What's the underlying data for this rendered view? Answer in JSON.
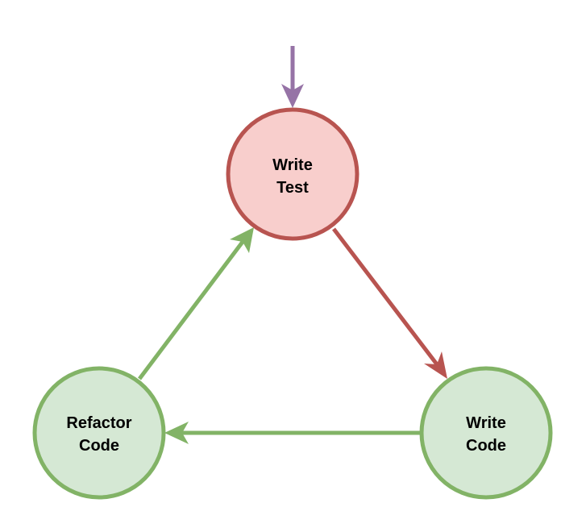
{
  "diagram": {
    "type": "cycle",
    "nodes": [
      {
        "id": "write-test",
        "lines": [
          "Write",
          "Test"
        ],
        "fill": "#f8cecc",
        "stroke": "#b85450"
      },
      {
        "id": "write-code",
        "lines": [
          "Write",
          "Code"
        ],
        "fill": "#d5e8d4",
        "stroke": "#82b366"
      },
      {
        "id": "refactor-code",
        "lines": [
          "Refactor",
          "Code"
        ],
        "fill": "#d5e8d4",
        "stroke": "#82b366"
      }
    ],
    "edges": [
      {
        "id": "entry",
        "from": null,
        "to": "write-test",
        "color": "#9673a6"
      },
      {
        "id": "test-to-code",
        "from": "write-test",
        "to": "write-code",
        "color": "#b85450"
      },
      {
        "id": "code-to-refactor",
        "from": "write-code",
        "to": "refactor-code",
        "color": "#82b366"
      },
      {
        "id": "refactor-to-test",
        "from": "refactor-code",
        "to": "write-test",
        "color": "#82b366"
      }
    ]
  }
}
